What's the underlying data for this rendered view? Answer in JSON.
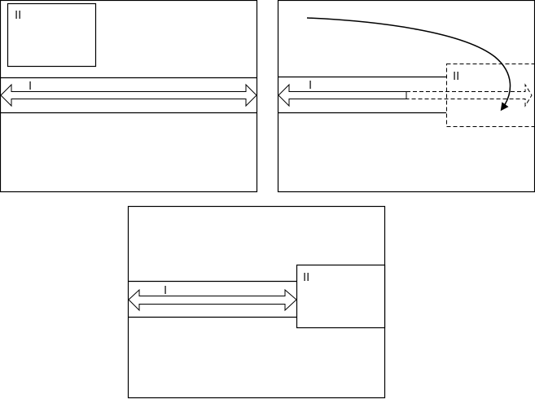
{
  "diagram": {
    "panels": [
      {
        "id": "panel-1",
        "labels": {
          "band": "I",
          "box": "II"
        },
        "description": "Window II floats in upper-left; band I spans full width with double-headed arrow"
      },
      {
        "id": "panel-2",
        "labels": {
          "band": "I",
          "box": "II"
        },
        "description": "Window II (dashed) dragged to right edge via curved arrow; band I arrow shortened, dashed extension under II"
      },
      {
        "id": "panel-3",
        "labels": {
          "band": "I",
          "box": "II"
        },
        "description": "Window II docked at right edge; band I resized to end at II"
      }
    ],
    "colors": {
      "stroke": "#000000",
      "background": "#ffffff",
      "text": "#222222"
    }
  }
}
